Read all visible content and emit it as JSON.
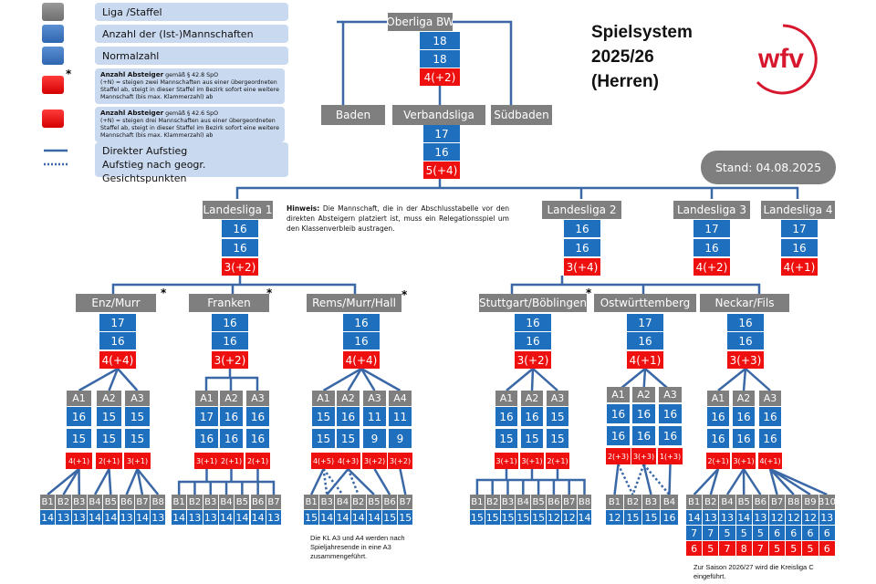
{
  "title": {
    "line1": "Spielsystem",
    "line2": "2025/26",
    "line3": "(Herren)"
  },
  "logo_text": "wfv",
  "stand": "Stand: 04.08.2025",
  "legend": {
    "liga": "Liga /Staffel",
    "anzahl": "Anzahl der (Ist-)Mannschaften",
    "normal": "Normalzahl",
    "abst1_title": "Anzahl Absteiger",
    "abst1_rule": " gemäß § 42.8 SpO",
    "abst1_text": "(+N) = steigen zwei Mannschaften aus einer übergeordneten Staffel ab, steigt in dieser Staffel im Bezirk sofort eine weitere Mannschaft (bis max. Klammerzahl) ab",
    "abst2_title": "Anzahl Absteiger",
    "abst2_rule": " gemäß § 42.6 SpO",
    "abst2_text": "(+N) = steigen drei Mannschaften aus einer übergeordneten Staffel ab, steigt in dieser Staffel im Bezirk sofort eine weitere Mannschaft (bis max. Klammerzahl) ab",
    "direct": "Direkter Aufstieg",
    "geo": "Aufstieg nach geogr. Gesichtspunkten",
    "star": "*"
  },
  "hint": {
    "label": "Hinweis:",
    "text": " Die Mannschaft, die in der Abschlusstabelle vor den direkten Absteigern platziert ist, muss ein Relegationsspiel um den Klassenverbleib austragen."
  },
  "notes": {
    "a3a4": "Die KL A3 und A4 werden nach Spieljahresende in eine A3 zusammengeführt.",
    "kreisliga_c": "Zur Saison 2026/27 wird die Kreisliga C eingeführt."
  },
  "top": {
    "oberliga": {
      "name": "Oberliga BW",
      "ist": "18",
      "normal": "18",
      "abst": "4(+2)"
    },
    "baden": "Baden",
    "suedbaden": "Südbaden",
    "verbandsliga": {
      "name": "Verbandsliga",
      "ist": "17",
      "normal": "16",
      "abst": "5(+4)"
    }
  },
  "landesligen": [
    {
      "name": "Landesliga 1",
      "ist": "16",
      "normal": "16",
      "abst": "3(+2)"
    },
    {
      "name": "Landesliga 2",
      "ist": "16",
      "normal": "16",
      "abst": "3(+4)"
    },
    {
      "name": "Landesliga 3",
      "ist": "17",
      "normal": "16",
      "abst": "4(+2)"
    },
    {
      "name": "Landesliga 4",
      "ist": "17",
      "normal": "16",
      "abst": "4(+1)"
    }
  ],
  "bezirke": [
    {
      "name": "Enz/Murr",
      "star": true,
      "ist": "17",
      "normal": "16",
      "abst": "4(+4)",
      "a": [
        {
          "n": "A1",
          "ist": "16",
          "normal": "15",
          "abst": "4(+1)"
        },
        {
          "n": "A2",
          "ist": "15",
          "normal": "15",
          "abst": "2(+1)"
        },
        {
          "n": "A3",
          "ist": "15",
          "normal": "15",
          "abst": "3(+1)"
        }
      ],
      "b": [
        {
          "n": "B1",
          "v": "14"
        },
        {
          "n": "B2",
          "v": "13"
        },
        {
          "n": "B3",
          "v": "13"
        },
        {
          "n": "B4",
          "v": "14"
        },
        {
          "n": "B5",
          "v": "14"
        },
        {
          "n": "B6",
          "v": "13"
        },
        {
          "n": "B7",
          "v": "14"
        },
        {
          "n": "B8",
          "v": "13"
        }
      ]
    },
    {
      "name": "Franken",
      "star": true,
      "ist": "16",
      "normal": "16",
      "abst": "3(+2)",
      "a": [
        {
          "n": "A1",
          "ist": "17",
          "normal": "16",
          "abst": "3(+1)"
        },
        {
          "n": "A2",
          "ist": "16",
          "normal": "16",
          "abst": "2(+1)"
        },
        {
          "n": "A3",
          "ist": "16",
          "normal": "16",
          "abst": "2(+1)"
        }
      ],
      "b": [
        {
          "n": "B1",
          "v": "14"
        },
        {
          "n": "B2",
          "v": "13"
        },
        {
          "n": "B3",
          "v": "13"
        },
        {
          "n": "B4",
          "v": "14"
        },
        {
          "n": "B5",
          "v": "14"
        },
        {
          "n": "B6",
          "v": "14"
        },
        {
          "n": "B7",
          "v": "13"
        }
      ]
    },
    {
      "name": "Rems/Murr/Hall",
      "star": true,
      "ist": "16",
      "normal": "16",
      "abst": "4(+4)",
      "a": [
        {
          "n": "A1",
          "ist": "15",
          "normal": "15",
          "abst": "4(+5)"
        },
        {
          "n": "A2",
          "ist": "16",
          "normal": "15",
          "abst": "4(+3)"
        },
        {
          "n": "A3",
          "ist": "11",
          "normal": "9",
          "abst": "3(+2)"
        },
        {
          "n": "A4",
          "ist": "11",
          "normal": "9",
          "abst": "3(+2)"
        }
      ],
      "b": [
        {
          "n": "B1",
          "v": "15"
        },
        {
          "n": "B3",
          "v": "14"
        },
        {
          "n": "B4",
          "v": "14"
        },
        {
          "n": "B2",
          "v": "14"
        },
        {
          "n": "B5",
          "v": "14"
        },
        {
          "n": "B6",
          "v": "15"
        },
        {
          "n": "B7",
          "v": "15"
        }
      ]
    },
    {
      "name": "Stuttgart/Böblingen",
      "star": true,
      "ist": "16",
      "normal": "16",
      "abst": "3(+2)",
      "a": [
        {
          "n": "A1",
          "ist": "16",
          "normal": "15",
          "abst": "3(+1)"
        },
        {
          "n": "A2",
          "ist": "16",
          "normal": "15",
          "abst": "3(+1)"
        },
        {
          "n": "A3",
          "ist": "15",
          "normal": "15",
          "abst": "2(+1)"
        }
      ],
      "b": [
        {
          "n": "B1",
          "v": "15"
        },
        {
          "n": "B2",
          "v": "15"
        },
        {
          "n": "B3",
          "v": "15"
        },
        {
          "n": "B4",
          "v": "15"
        },
        {
          "n": "B5",
          "v": "15"
        },
        {
          "n": "B6",
          "v": "12"
        },
        {
          "n": "B7",
          "v": "12"
        },
        {
          "n": "B8",
          "v": "14"
        }
      ]
    },
    {
      "name": "Ostwürttemberg",
      "star": false,
      "ist": "17",
      "normal": "16",
      "abst": "4(+1)",
      "a": [
        {
          "n": "A1",
          "ist": "16",
          "normal": "16",
          "abst": "2(+3)"
        },
        {
          "n": "A2",
          "ist": "16",
          "normal": "16",
          "abst": "3(+3)"
        },
        {
          "n": "A3",
          "ist": "16",
          "normal": "16",
          "abst": "1(+3)"
        }
      ],
      "b": [
        {
          "n": "B1",
          "v": "12"
        },
        {
          "n": "B2",
          "v": "15"
        },
        {
          "n": "B3",
          "v": "15"
        },
        {
          "n": "B4",
          "v": "16"
        }
      ]
    },
    {
      "name": "Neckar/Fils",
      "star": false,
      "ist": "16",
      "normal": "16",
      "abst": "3(+3)",
      "a": [
        {
          "n": "A1",
          "ist": "16",
          "normal": "16",
          "abst": "2(+1)"
        },
        {
          "n": "A2",
          "ist": "16",
          "normal": "16",
          "abst": "3(+1)"
        },
        {
          "n": "A3",
          "ist": "16",
          "normal": "16",
          "abst": "4(+1)"
        }
      ],
      "b": [
        {
          "n": "B1",
          "v": "14",
          "normal": "7",
          "abst": "6"
        },
        {
          "n": "B2",
          "v": "13",
          "normal": "7",
          "abst": "5"
        },
        {
          "n": "B4",
          "v": "13",
          "normal": "5",
          "abst": "7"
        },
        {
          "n": "B5",
          "v": "14",
          "normal": "5",
          "abst": "8"
        },
        {
          "n": "B6",
          "v": "13",
          "normal": "5",
          "abst": "7"
        },
        {
          "n": "B7",
          "v": "12",
          "normal": "6",
          "abst": "5"
        },
        {
          "n": "B8",
          "v": "12",
          "normal": "6",
          "abst": "5"
        },
        {
          "n": "B9",
          "v": "12",
          "normal": "6",
          "abst": "5"
        },
        {
          "n": "B10",
          "v": "13",
          "normal": "6",
          "abst": "6"
        }
      ]
    }
  ]
}
